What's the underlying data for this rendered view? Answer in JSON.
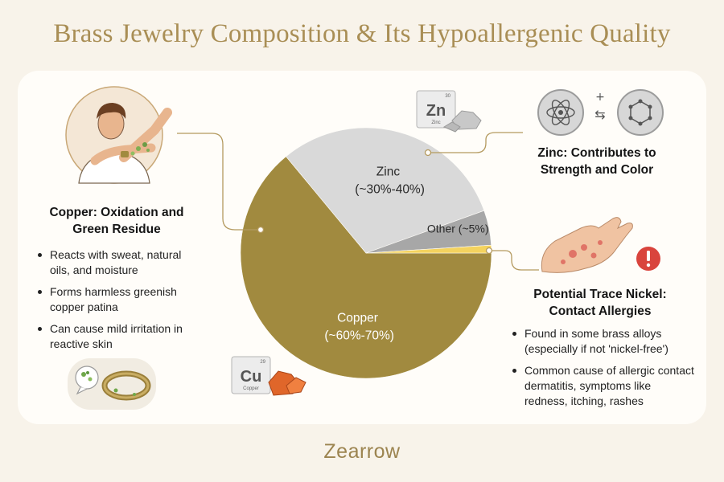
{
  "title": "Brass Jewelry Composition & Its Hypoallergenic Quality",
  "brand": "Zearrow",
  "colors": {
    "copper": "#a18a3f",
    "zinc": "#d9d9d9",
    "other": "#a7a7a7",
    "nickel": "#f4d35e",
    "accent": "#b49a5f"
  },
  "chart_data": {
    "type": "pie",
    "slices": [
      {
        "label": "Copper",
        "value_label": "(~60%-70%)",
        "value": 64
      },
      {
        "label": "Zinc",
        "value_label": "(~30%-40%)",
        "value": 30.5
      },
      {
        "label": "Other (~5%)",
        "value": 4.5
      },
      {
        "label": "",
        "value": 1
      }
    ]
  },
  "left_panel": {
    "heading": "Copper: Oxidation and Green Residue",
    "bullets": [
      "Reacts with sweat, natural oils, and moisture",
      "Forms harmless greenish copper patina",
      "Can cause mild irritation in reactive skin"
    ]
  },
  "zinc_panel": {
    "heading": "Zinc: Contributes to Strength and Color"
  },
  "nickel_panel": {
    "heading": "Potential Trace Nickel: Contact Allergies",
    "bullets": [
      "Found in some brass alloys (especially if not 'nickel-free')",
      "Common cause of allergic contact dermatitis, symptoms like redness, itching, rashes"
    ]
  },
  "elements": {
    "zinc": {
      "symbol": "Zn",
      "number": "30",
      "name": "Zinc"
    },
    "copper": {
      "symbol": "Cu",
      "number": "29",
      "name": "Copper"
    }
  },
  "icons": [
    "person-scratching-arm-icon",
    "corroded-ring-icon",
    "atom-icon",
    "molecule-icon",
    "rash-hand-icon",
    "warning-icon",
    "zinc-element-tile-icon",
    "copper-element-tile-icon"
  ]
}
